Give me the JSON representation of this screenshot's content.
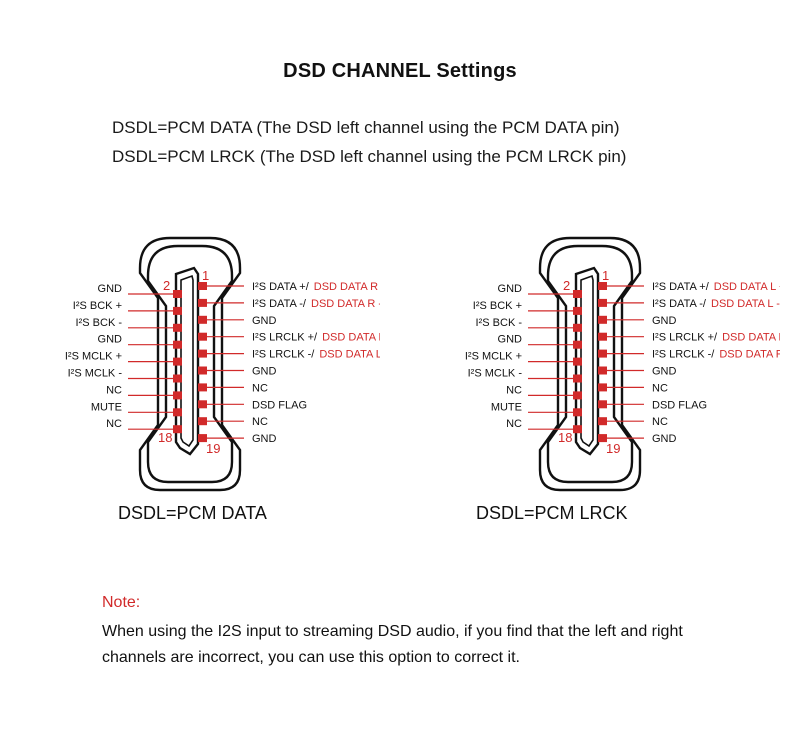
{
  "title": "DSD CHANNEL Settings",
  "description": [
    "DSDL=PCM DATA (The DSD left channel using the PCM DATA pin)",
    "DSDL=PCM LRCK (The DSD left channel using the PCM LRCK pin)"
  ],
  "diagrams": [
    {
      "caption": "DSDL=PCM DATA",
      "pin_numbers": {
        "top_even": "2",
        "top_odd": "1",
        "bottom_even": "18",
        "bottom_odd": "19"
      },
      "left_labels": [
        "GND",
        "I²S BCK +",
        "I²S BCK -",
        "GND",
        "I²S MCLK +",
        "I²S MCLK -",
        "NC",
        "MUTE",
        "NC"
      ],
      "right_labels": [
        {
          "text": "I²S DATA +/",
          "red": "DSD DATA R +"
        },
        {
          "text": "I²S DATA -/",
          "red": "DSD DATA R -"
        },
        {
          "text": "GND",
          "red": ""
        },
        {
          "text": "I²S LRCLK +/",
          "red": "DSD DATA L +"
        },
        {
          "text": "I²S LRCLK -/",
          "red": "DSD DATA L -"
        },
        {
          "text": "GND",
          "red": ""
        },
        {
          "text": "NC",
          "red": ""
        },
        {
          "text": "DSD FLAG",
          "red": ""
        },
        {
          "text": "NC",
          "red": ""
        },
        {
          "text": "GND",
          "red": ""
        }
      ]
    },
    {
      "caption": "DSDL=PCM LRCK",
      "pin_numbers": {
        "top_even": "2",
        "top_odd": "1",
        "bottom_even": "18",
        "bottom_odd": "19"
      },
      "left_labels": [
        "GND",
        "I²S BCK +",
        "I²S BCK -",
        "GND",
        "I²S MCLK +",
        "I²S MCLK -",
        "NC",
        "MUTE",
        "NC"
      ],
      "right_labels": [
        {
          "text": "I²S DATA +/",
          "red": "DSD DATA L +"
        },
        {
          "text": "I²S DATA -/",
          "red": "DSD DATA L -"
        },
        {
          "text": "GND",
          "red": ""
        },
        {
          "text": "I²S LRCLK +/",
          "red": "DSD DATA R +"
        },
        {
          "text": "I²S LRCLK -/",
          "red": "DSD DATA R -"
        },
        {
          "text": "GND",
          "red": ""
        },
        {
          "text": "NC",
          "red": ""
        },
        {
          "text": "DSD FLAG",
          "red": ""
        },
        {
          "text": "NC",
          "red": ""
        },
        {
          "text": "GND",
          "red": ""
        }
      ]
    }
  ],
  "note": {
    "label": "Note:",
    "text": "When using the I2S input to streaming DSD audio, if you find that the left and right channels are incorrect, you can use this option to correct it."
  },
  "colors": {
    "accent": "#d12a2a",
    "text": "#111111"
  }
}
